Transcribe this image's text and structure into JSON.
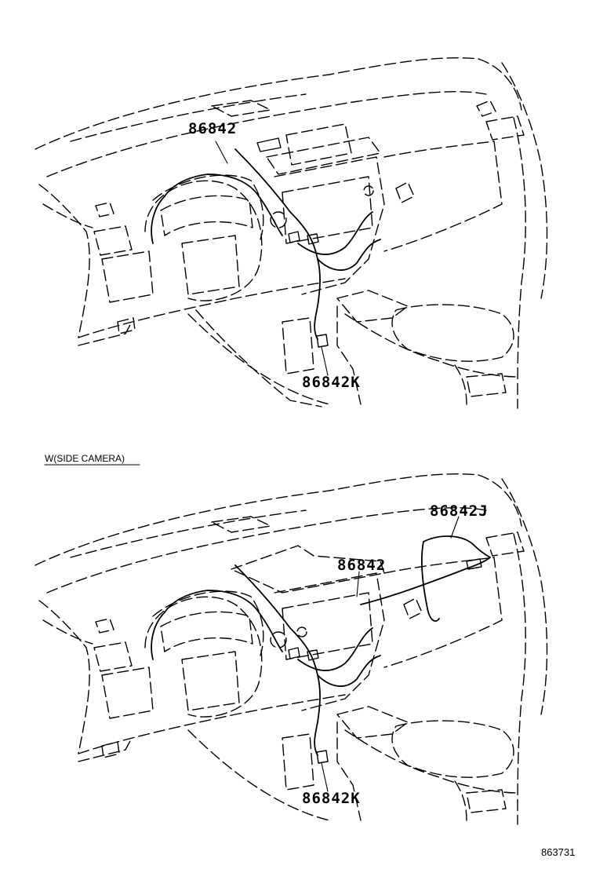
{
  "top_diagram": {
    "labels": {
      "harness_main": "86842",
      "harness_lower": "86842K"
    }
  },
  "bottom_diagram": {
    "caption": "W(SIDE CAMERA)",
    "labels": {
      "harness_camera": "86842J",
      "harness_main": "86842",
      "harness_lower": "86842K"
    }
  },
  "diagram_id": "863731"
}
